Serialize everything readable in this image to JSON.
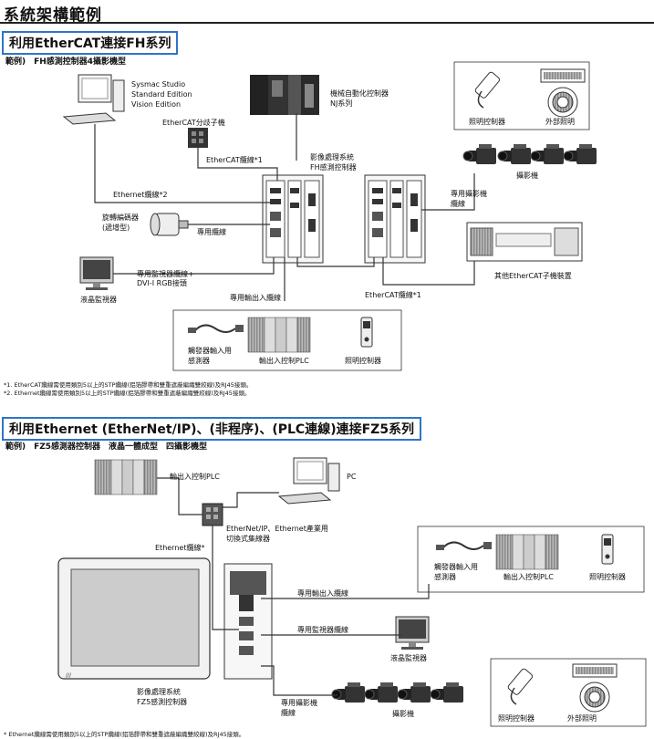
{
  "page": {
    "title": "系統架構範例"
  },
  "section1": {
    "heading": "利用EtherCAT連接FH系列",
    "example": "範例)　FH感測控制器4攝影機型",
    "pc_software": [
      "Sysmac Studio",
      "Standard Edition",
      "Vision Edition"
    ],
    "nj_controller": [
      "機械自動化控制器",
      "NJ系列"
    ],
    "junction": "EtherCAT分歧子機",
    "ethercat_cable_1": "EtherCAT纜線*1",
    "ethernet_cable_2": "Ethernet纜線*2",
    "vision_system": [
      "影像處理系統",
      "FH感測控制器"
    ],
    "encoder": [
      "旋轉編碼器",
      "(遞增型)"
    ],
    "dedicated_cable": "專用纜線",
    "camera_cable": [
      "專用攝影機",
      "纜線"
    ],
    "lighting_controller": "照明控制器",
    "external_lighting": "外部照明",
    "cameras": "攝影機",
    "monitor_cable": [
      "專用監視器纜線+",
      "DVI-I RGB接頭"
    ],
    "lcd_monitor": "液晶監視器",
    "io_cable": "專用輸出入纜線",
    "ethercat_cable_bottom": "EtherCAT纜線*1",
    "other_slaves": "其他EtherCAT子機裝置",
    "trigger_sensor": [
      "觸發器輸入用",
      "感測器"
    ],
    "io_plc": "輸出入控制PLC",
    "lighting_controller_2": "照明控制器",
    "notes": [
      "*1. EtherCAT纜線需使用類別5以上的STP纜線(鋁箔膠帶和雙重遮蔽編織雙絞線)及RJ45接頭。",
      "*2. Ethernet纜線需使用類別5以上的STP纜線(鋁箔膠帶和雙重遮蔽編織雙絞線)及RJ45接頭。"
    ]
  },
  "section2": {
    "heading": "利用Ethernet (EtherNet/IP)、(非程序)、(PLC連線)連接FZ5系列",
    "example": "範例)　FZ5感測器控制器　液晶一體成型　四攝影機型",
    "io_plc": "輸出入控制PLC",
    "pc": "PC",
    "switch": [
      "EtherNet/IP、Ethernet產業用",
      "切換式集線器"
    ],
    "ethernet_cable": "Ethernet纜線*",
    "trigger_sensor": [
      "觸發器輸入用",
      "感測器"
    ],
    "io_plc_2": "輸出入控制PLC",
    "lighting_controller": "照明控制器",
    "io_cable": "專用輸出入纜線",
    "monitor_cable": "專用監視器纜線",
    "lcd_monitor": "液晶監視器",
    "vision_system": [
      "影像處理系統",
      "FZ5感測控制器"
    ],
    "camera_cable": [
      "專用攝影機",
      "纜線"
    ],
    "cameras": "攝影機",
    "lighting_controller_2": "照明控制器",
    "external_lighting": "外部照明",
    "note": "* Ethernet纜線需使用類別5以上的STP纜線(鋁箔膠帶和雙重遮蔽編織雙絞線)及RJ45接頭。"
  }
}
